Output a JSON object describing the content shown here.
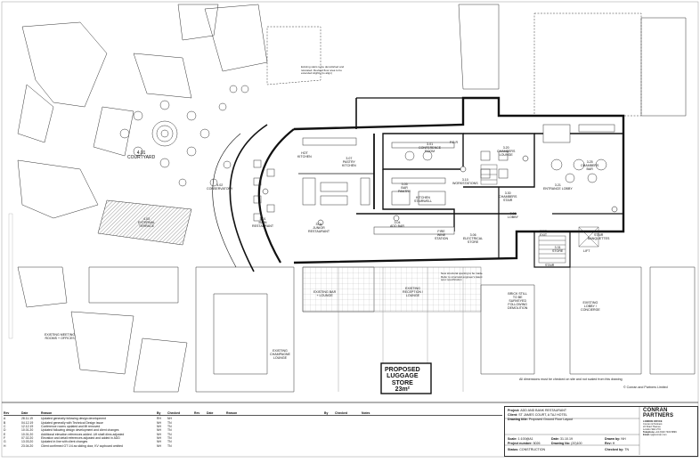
{
  "drawing": {
    "courtyard_label": "4.01\nCOURTYARD",
    "rooms": [
      {
        "id": "conservatory",
        "text": "4.02\nCONSERVATORY"
      },
      {
        "id": "external_terrace",
        "text": "4.03\nEXTERNAL\nTERRACE"
      },
      {
        "id": "main_restaurant",
        "text": "3.01\nMAIN\nRESTAURANT"
      },
      {
        "id": "junior_restaurant",
        "text": "3.04\nJUNIOR\nRESTAURANT"
      },
      {
        "id": "hot_kitchen",
        "text": "HOT\nKITCHEN"
      },
      {
        "id": "add_bar",
        "text": "3.04\nADD BAR"
      },
      {
        "id": "pastry_kitchen",
        "text": "3.07\nPASTRY\nKITCHEN"
      },
      {
        "id": "conference_room",
        "text": "3.01\nCONFERENCE\nROOM"
      },
      {
        "id": "pdr",
        "text": "P.D.R"
      },
      {
        "id": "bar_pantry",
        "text": "3.05\nBAR\nPANTRY"
      },
      {
        "id": "chambers_lounge",
        "text": "3.20\nCHAMBERS\nLOUNGE"
      },
      {
        "id": "chambers_bar",
        "text": "3.25\nCHAMBERS\nBAR"
      },
      {
        "id": "entrance_lobby",
        "text": "3.21\nENTRANCE LOBBY"
      },
      {
        "id": "workstations",
        "text": "3.10\nWORKSTATIONS"
      },
      {
        "id": "kitchen_stairwell",
        "text": "KITCHEN\nSTAIRWELL"
      },
      {
        "id": "chambers_stair",
        "text": "3.30\nCHAMBERS\nSTAIR"
      },
      {
        "id": "lobby",
        "text": "7.08\nLOBBY"
      },
      {
        "id": "fire_exit",
        "text": "FIRE\nEXIT"
      },
      {
        "id": "lift",
        "text": "LIFT"
      },
      {
        "id": "stair",
        "text": "STAIR"
      },
      {
        "id": "store",
        "text": "3.31\nSTORE"
      },
      {
        "id": "banquettes",
        "text": "STAIR\nBANQUETTES"
      },
      {
        "id": "electrical_store",
        "text": "3.06\nELECTRICAL\nSTORE"
      },
      {
        "id": "fire_wine_station",
        "text": "FIRE\nWINE\nSTATION"
      },
      {
        "id": "existing_bar_lounge",
        "text": "EXISTING BAR\n+ LOUNGE"
      },
      {
        "id": "existing_reception",
        "text": "EXISTING\nRECEPTION /\nLOUNGE"
      },
      {
        "id": "brick_still",
        "text": "BRICK STILL\nTO BE\nSURVEYED\nFOLLOWING\nDEMOLITION"
      },
      {
        "id": "existing_lobby_concierge",
        "text": "EXISTING\nLOBBY /\nCONCIERGE"
      },
      {
        "id": "existing_meeting",
        "text": "EXISTING MEETING\nROOMS + OFFICES"
      },
      {
        "id": "existing_champagne",
        "text": "EXISTING\nCHAMPAGNE\nLOUNGE"
      },
      {
        "id": "luggage",
        "text": "PROPOSED\nLUGGAGE\nSTORE\n23m²"
      }
    ],
    "note_top": "Existing stairs to be demolished and relocated. Revised floor area to be extended slightly (to align)",
    "note_mid": "New structural opening to be made. Refer to structural engineer's latest spec specification",
    "disclaimer": "All dimensions must be checked on site and not scaled from this drawing",
    "copyright": "© Conran and Partners Limited"
  },
  "revisions": {
    "headers": {
      "rev": "Rev",
      "date": "Date",
      "reason": "Reason",
      "by": "By",
      "checked": "Checked",
      "rev2": "Rev",
      "date2": "Date",
      "reason2": "Reason",
      "by2": "By",
      "checked2": "Checked",
      "notes": "Notes"
    },
    "rows": [
      {
        "rev": "A",
        "date": "28.11.19",
        "reason": "Updated generally following design development",
        "by": "RH",
        "checked": "NH"
      },
      {
        "rev": "B",
        "date": "04.12.19",
        "reason": "Updated generally with Technical Design issue",
        "by": "NH",
        "checked": "TN"
      },
      {
        "rev": "C",
        "date": "12.12.19",
        "reason": "Conference rooms updated and lift removed",
        "by": "NH",
        "checked": "TN"
      },
      {
        "rev": "D",
        "date": "10.01.20",
        "reason": "Updated following design development and client changes",
        "by": "NH",
        "checked": "TN"
      },
      {
        "rev": "E",
        "date": "10.01.20",
        "reason": "Additional elevation references added. Lift shaft dims adjusted",
        "by": "NH",
        "checked": "TN"
      },
      {
        "rev": "F",
        "date": "07.02.20",
        "reason": "Elevation and detail references adjusted and added in ADD",
        "by": "NH",
        "checked": "TN"
      },
      {
        "rev": "G",
        "date": "13.03.20",
        "reason": "Updated in line with client changes",
        "by": "NH",
        "checked": "TN"
      },
      {
        "rev": "H",
        "date": "23.04.20",
        "reason": "Client confirmed GT 1/4 as sliding door, KV cupboard omitted",
        "by": "NH",
        "checked": "TN"
      }
    ]
  },
  "title_block": {
    "project_label": "Project:",
    "project": "ADD AND BANK RESTAURANT",
    "client_label": "Client:",
    "client": "ST JAMES COURT, A TAJ HOTEL",
    "title_label": "Drawing title:",
    "title": "Proposed Ground Floor Layout",
    "scale_label": "Scale:",
    "scale": "1:100@A1",
    "date_label": "Date:",
    "date": "31.10.19",
    "drawn_label": "Drawn by:",
    "drawn": "NH",
    "projno_label": "Project number:",
    "projno": "5026",
    "drawno_label": "Drawing No:",
    "drawno": "(20)100",
    "rev_label": "Rev:",
    "rev": "H",
    "status_label": "Status:",
    "status": "CONSTRUCTION",
    "checked_label": "Checked by:",
    "checked": "TN"
  },
  "logo": {
    "line1": "CONRAN",
    "line2": "PARTNERS"
  },
  "office": {
    "heading": "LONDON OFFICE",
    "lines": [
      "Conran & Partners",
      "22 Shad Thames",
      "London SE1 2YU"
    ],
    "tel_label": "Telephone",
    "tel": "+44 (0)20 7403 8899",
    "email_label": "Email",
    "email": "cp@conran.com"
  },
  "colors": {
    "ink": "#111111",
    "hatch": "#555555",
    "wall": "#111111"
  }
}
